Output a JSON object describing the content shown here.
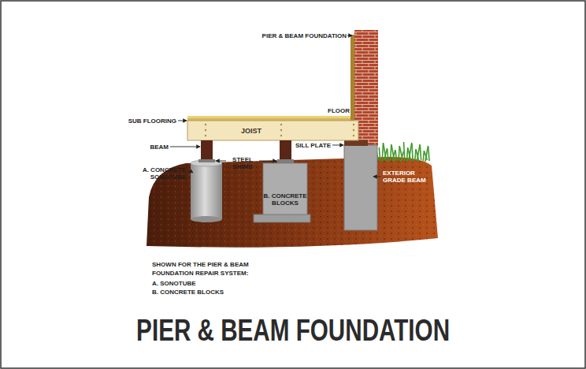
{
  "diagram": {
    "title": "PIER & BEAM FOUNDATION",
    "nodes": [
      {
        "text": [
          "JOIST"
        ]
      }
    ],
    "labels": [
      "PIER & BEAM FOUNDATION",
      "FLOOR",
      "SUB FLOORING",
      "BEAM",
      "SILL PLATE",
      "A. CONCRETE SONOTUBE",
      "STEEL SHIMS",
      "B. CONCRETE BLOCKS",
      "EXTERIOR GRADE BEAM",
      "SHOWN FOR THE PIER & BEAM FOUNDATION REPAIR SYSTEM:",
      "A. SONOTUBE",
      "B. CONCRETE BLOCKS"
    ]
  }
}
